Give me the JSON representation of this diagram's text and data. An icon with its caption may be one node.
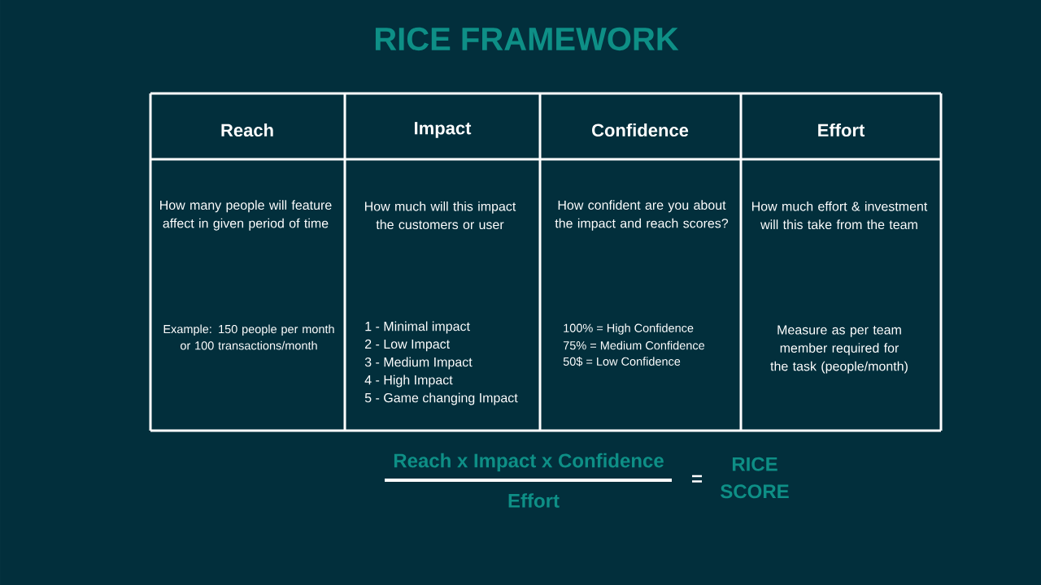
{
  "diagram": {
    "title": "RICE FRAMEWORK",
    "labels": [
      "Reach",
      "Impact",
      "Confidence",
      "Effort",
      "How many people will feature affect in given period of time",
      "How much will this impact the customers or user",
      "How confident are you about the impact and reach scores?",
      "How much effort & investment will this take from the team",
      "Example: 150 people per month or 100 transactions/month",
      "1 - Minimal impact",
      "2 - Low Impact",
      "3 - Medium Impact",
      "4 - High Impact",
      "5 - Game changing Impact",
      "100% = High Confidence",
      "75% = Medium Confidence",
      "50$ = Low Confidence",
      "Measure as per team member required for the task (people/month)",
      "Reach x Impact x Confidence",
      "=",
      "RICE SCORE",
      "Effort"
    ]
  }
}
